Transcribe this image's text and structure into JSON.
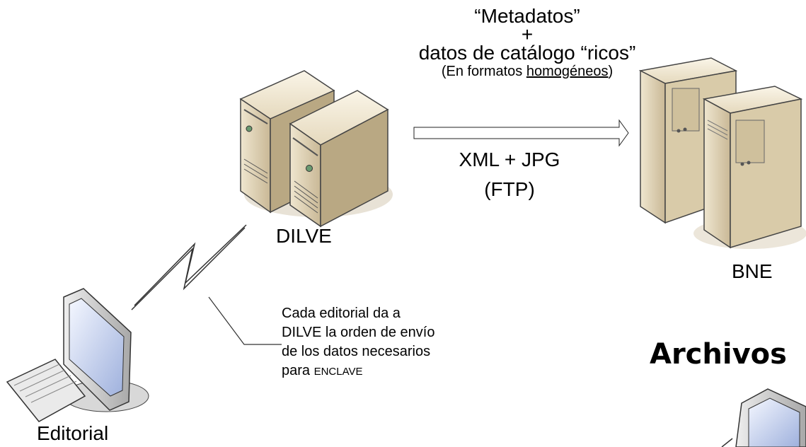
{
  "header": {
    "line1": "“Metadatos”",
    "line2": "+",
    "line3": "datos de catálogo “ricos”",
    "line4_prefix": "(En formatos ",
    "line4_underlined": "homogéneos",
    "line4_suffix": ")"
  },
  "transfer": {
    "line1": "XML + JPG",
    "line2": "(FTP)"
  },
  "nodes": {
    "dilve": "DILVE",
    "bne": "BNE",
    "editorial": "Editorial"
  },
  "note": {
    "line1": "Cada editorial da a",
    "line2": "DILVE la orden de envío",
    "line3": "de los datos necesarios",
    "line4_prefix": "para ",
    "line4_smallcaps": "ENCLAVE"
  },
  "archivos": "Archivos",
  "icons": {
    "dilve": "server-pair-icon",
    "bne": "server-tower-pair-icon",
    "editorial": "desktop-computer-icon",
    "archivos": "computer-icon",
    "link": "lightning-link-icon",
    "arrow": "arrow-right-icon"
  }
}
